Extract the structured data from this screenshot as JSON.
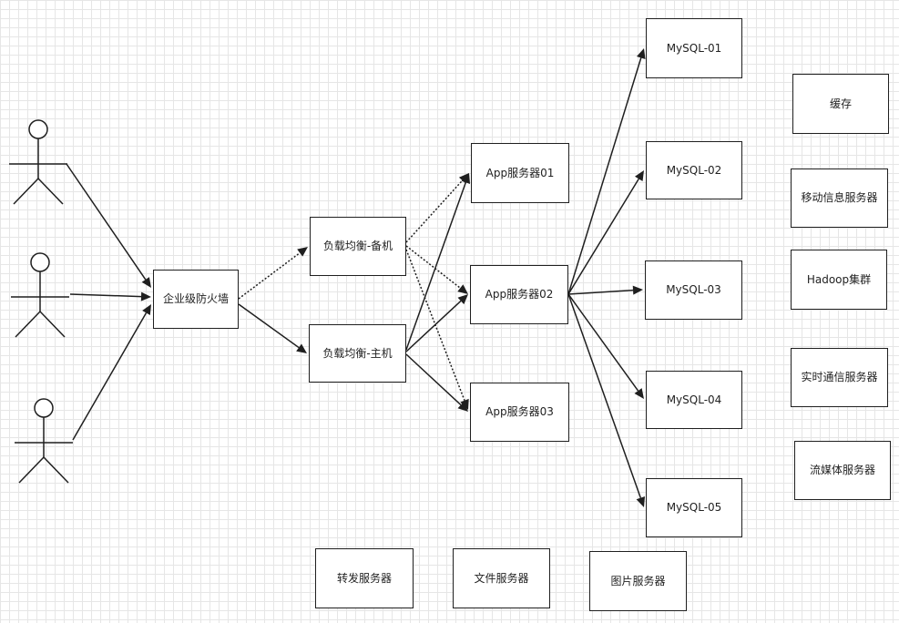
{
  "diagram": {
    "colors": {
      "stroke": "#1f1f1f",
      "grid": "#e6e6e6",
      "background": "#ffffff"
    },
    "actors": [
      {
        "id": "user-1",
        "icon": "stick-figure-icon"
      },
      {
        "id": "user-2",
        "icon": "stick-figure-icon"
      },
      {
        "id": "user-3",
        "icon": "stick-figure-icon"
      }
    ],
    "nodes": {
      "firewall": "企业级防火墙",
      "lb_backup": "负载均衡-备机",
      "lb_main": "负载均衡-主机",
      "app01": "App服务器01",
      "app02": "App服务器02",
      "app03": "App服务器03",
      "mysql01": "MySQL-01",
      "mysql02": "MySQL-02",
      "mysql03": "MySQL-03",
      "mysql04": "MySQL-04",
      "mysql05": "MySQL-05",
      "cache": "缓存",
      "mobile_msg": "移动信息服务器",
      "hadoop": "Hadoop集群",
      "realtime_comm": "实时通信服务器",
      "streaming": "流媒体服务器",
      "forward": "转发服务器",
      "file": "文件服务器",
      "image": "图片服务器"
    },
    "edges": [
      {
        "from": "user-1",
        "to": "firewall",
        "style": "solid"
      },
      {
        "from": "user-2",
        "to": "firewall",
        "style": "solid"
      },
      {
        "from": "user-3",
        "to": "firewall",
        "style": "solid"
      },
      {
        "from": "firewall",
        "to": "lb_backup",
        "style": "dotted"
      },
      {
        "from": "firewall",
        "to": "lb_main",
        "style": "solid"
      },
      {
        "from": "lb_backup",
        "to": "app01",
        "style": "dotted"
      },
      {
        "from": "lb_backup",
        "to": "app02",
        "style": "dotted"
      },
      {
        "from": "lb_backup",
        "to": "app03",
        "style": "dotted"
      },
      {
        "from": "lb_main",
        "to": "app01",
        "style": "solid"
      },
      {
        "from": "lb_main",
        "to": "app02",
        "style": "solid"
      },
      {
        "from": "lb_main",
        "to": "app03",
        "style": "solid"
      },
      {
        "from": "app02",
        "to": "mysql01",
        "style": "solid"
      },
      {
        "from": "app02",
        "to": "mysql02",
        "style": "solid"
      },
      {
        "from": "app02",
        "to": "mysql03",
        "style": "solid"
      },
      {
        "from": "app02",
        "to": "mysql04",
        "style": "solid"
      },
      {
        "from": "app02",
        "to": "mysql05",
        "style": "solid"
      }
    ]
  }
}
